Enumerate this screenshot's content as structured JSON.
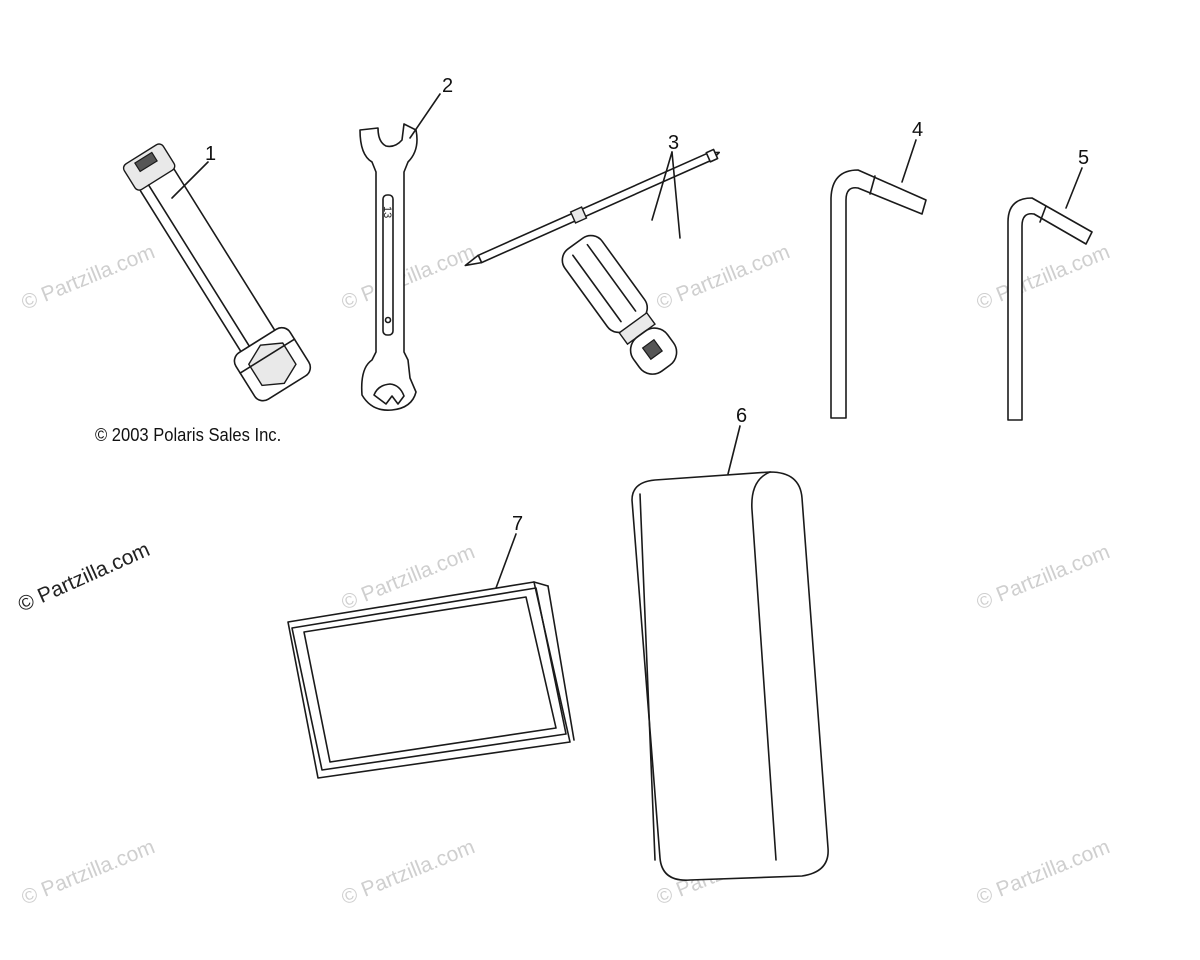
{
  "copyright": "© 2003 Polaris Sales Inc.",
  "watermark": "© Partzilla.com",
  "callouts": [
    "1",
    "2",
    "3",
    "4",
    "5",
    "6",
    "7"
  ],
  "wrench_size_label": "13",
  "parts": [
    {
      "ref": "1",
      "icon": "spark-plug-socket-wrench-icon"
    },
    {
      "ref": "2",
      "icon": "open-end-wrench-icon"
    },
    {
      "ref": "3",
      "icon": "screwdriver-icon"
    },
    {
      "ref": "4",
      "icon": "hex-key-icon"
    },
    {
      "ref": "5",
      "icon": "hex-key-icon"
    },
    {
      "ref": "6",
      "icon": "tool-pouch-icon"
    },
    {
      "ref": "7",
      "icon": "owners-manual-icon"
    }
  ]
}
